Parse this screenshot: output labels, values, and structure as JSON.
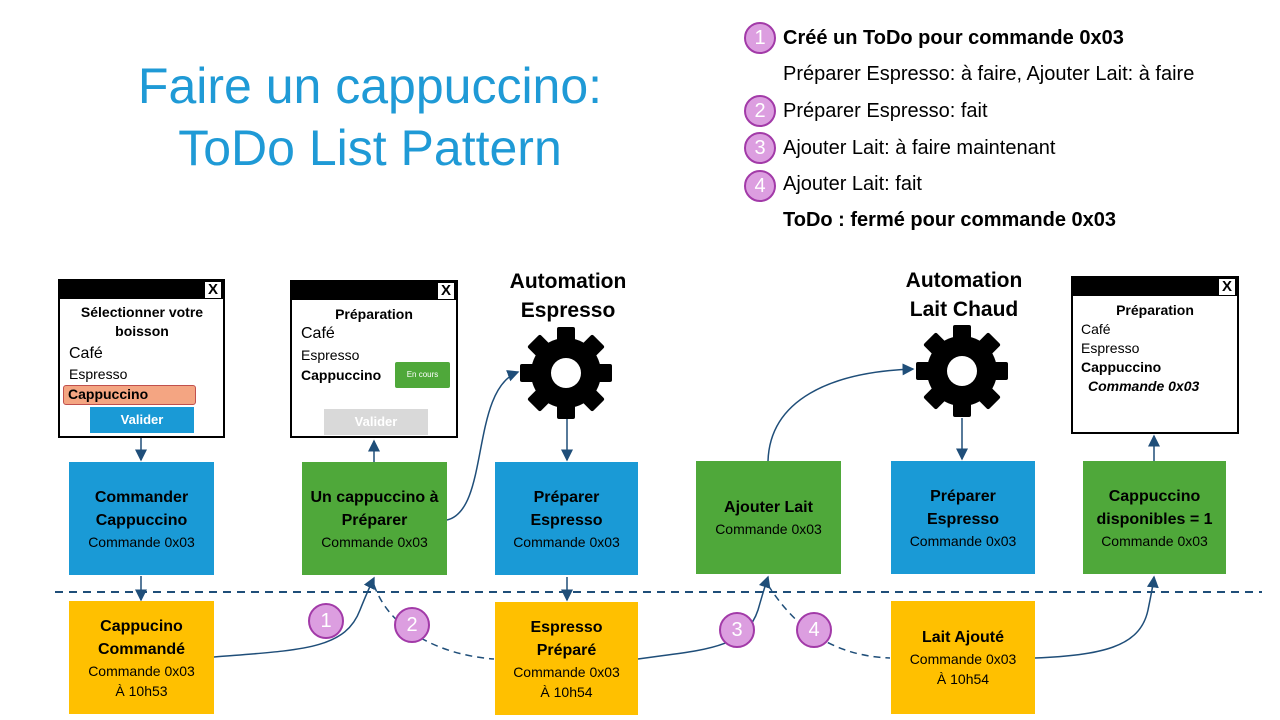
{
  "title": {
    "line1": "Faire un cappuccino:",
    "line2": "ToDo List Pattern"
  },
  "steps": [
    {
      "num": "1",
      "text": "Créé un ToDo pour commande 0x03",
      "subtext": "Préparer Espresso: à faire, Ajouter Lait: à faire"
    },
    {
      "num": "2",
      "text": "Préparer Espresso: fait"
    },
    {
      "num": "3",
      "text": "Ajouter Lait: à faire maintenant"
    },
    {
      "num": "4",
      "text": "Ajouter Lait: fait",
      "subtext": "ToDo : fermé pour commande 0x03"
    }
  ],
  "automation": {
    "espresso": {
      "line1": "Automation",
      "line2": "Espresso"
    },
    "lait": {
      "line1": "Automation",
      "line2": "Lait Chaud"
    }
  },
  "windows": {
    "select": {
      "close": "X",
      "title": "Sélectionner votre boisson",
      "options": [
        "Café",
        "Espresso",
        "Cappuccino"
      ],
      "button": "Valider"
    },
    "prep": {
      "close": "X",
      "title": "Préparation",
      "options": [
        "Café",
        "Espresso",
        "Cappuccino"
      ],
      "badge": "En cours",
      "button": "Valider"
    },
    "done": {
      "close": "X",
      "title": "Préparation",
      "options": [
        "Café",
        "Espresso",
        "Cappuccino"
      ],
      "order": "Commande 0x03"
    }
  },
  "boxes": {
    "commander": {
      "title": "Commander Cappuccino",
      "sub": "Commande 0x03"
    },
    "un_cappuccino": {
      "title": "Un cappuccino à Préparer",
      "sub": "Commande 0x03"
    },
    "preparer1": {
      "title": "Préparer Espresso",
      "sub": "Commande 0x03"
    },
    "ajouter_lait": {
      "title": "Ajouter Lait",
      "sub": "Commande 0x03"
    },
    "preparer2": {
      "title": "Préparer Espresso",
      "sub": "Commande 0x03"
    },
    "disponibles": {
      "title": "Cappuccino disponibles = 1",
      "sub": "Commande 0x03"
    }
  },
  "events": {
    "commande": {
      "title": "Cappucino Commandé",
      "sub": "Commande 0x03",
      "time": "À 10h53"
    },
    "prepare": {
      "title": "Espresso Préparé",
      "sub": "Commande 0x03",
      "time": "À 10h54"
    },
    "lait": {
      "title": "Lait Ajouté",
      "sub": "Commande 0x03",
      "time": "À 10h54"
    }
  },
  "flow_markers": [
    "1",
    "2",
    "3",
    "4"
  ],
  "colors": {
    "title": "#1f9ad6",
    "command": "#1a9ad6",
    "read_model": "#4fa83a",
    "event": "#ffc000",
    "step_circle": "#dc9ee0",
    "step_border": "#a23aa8",
    "connector": "#1f4e79",
    "selected": "#f4a582"
  }
}
